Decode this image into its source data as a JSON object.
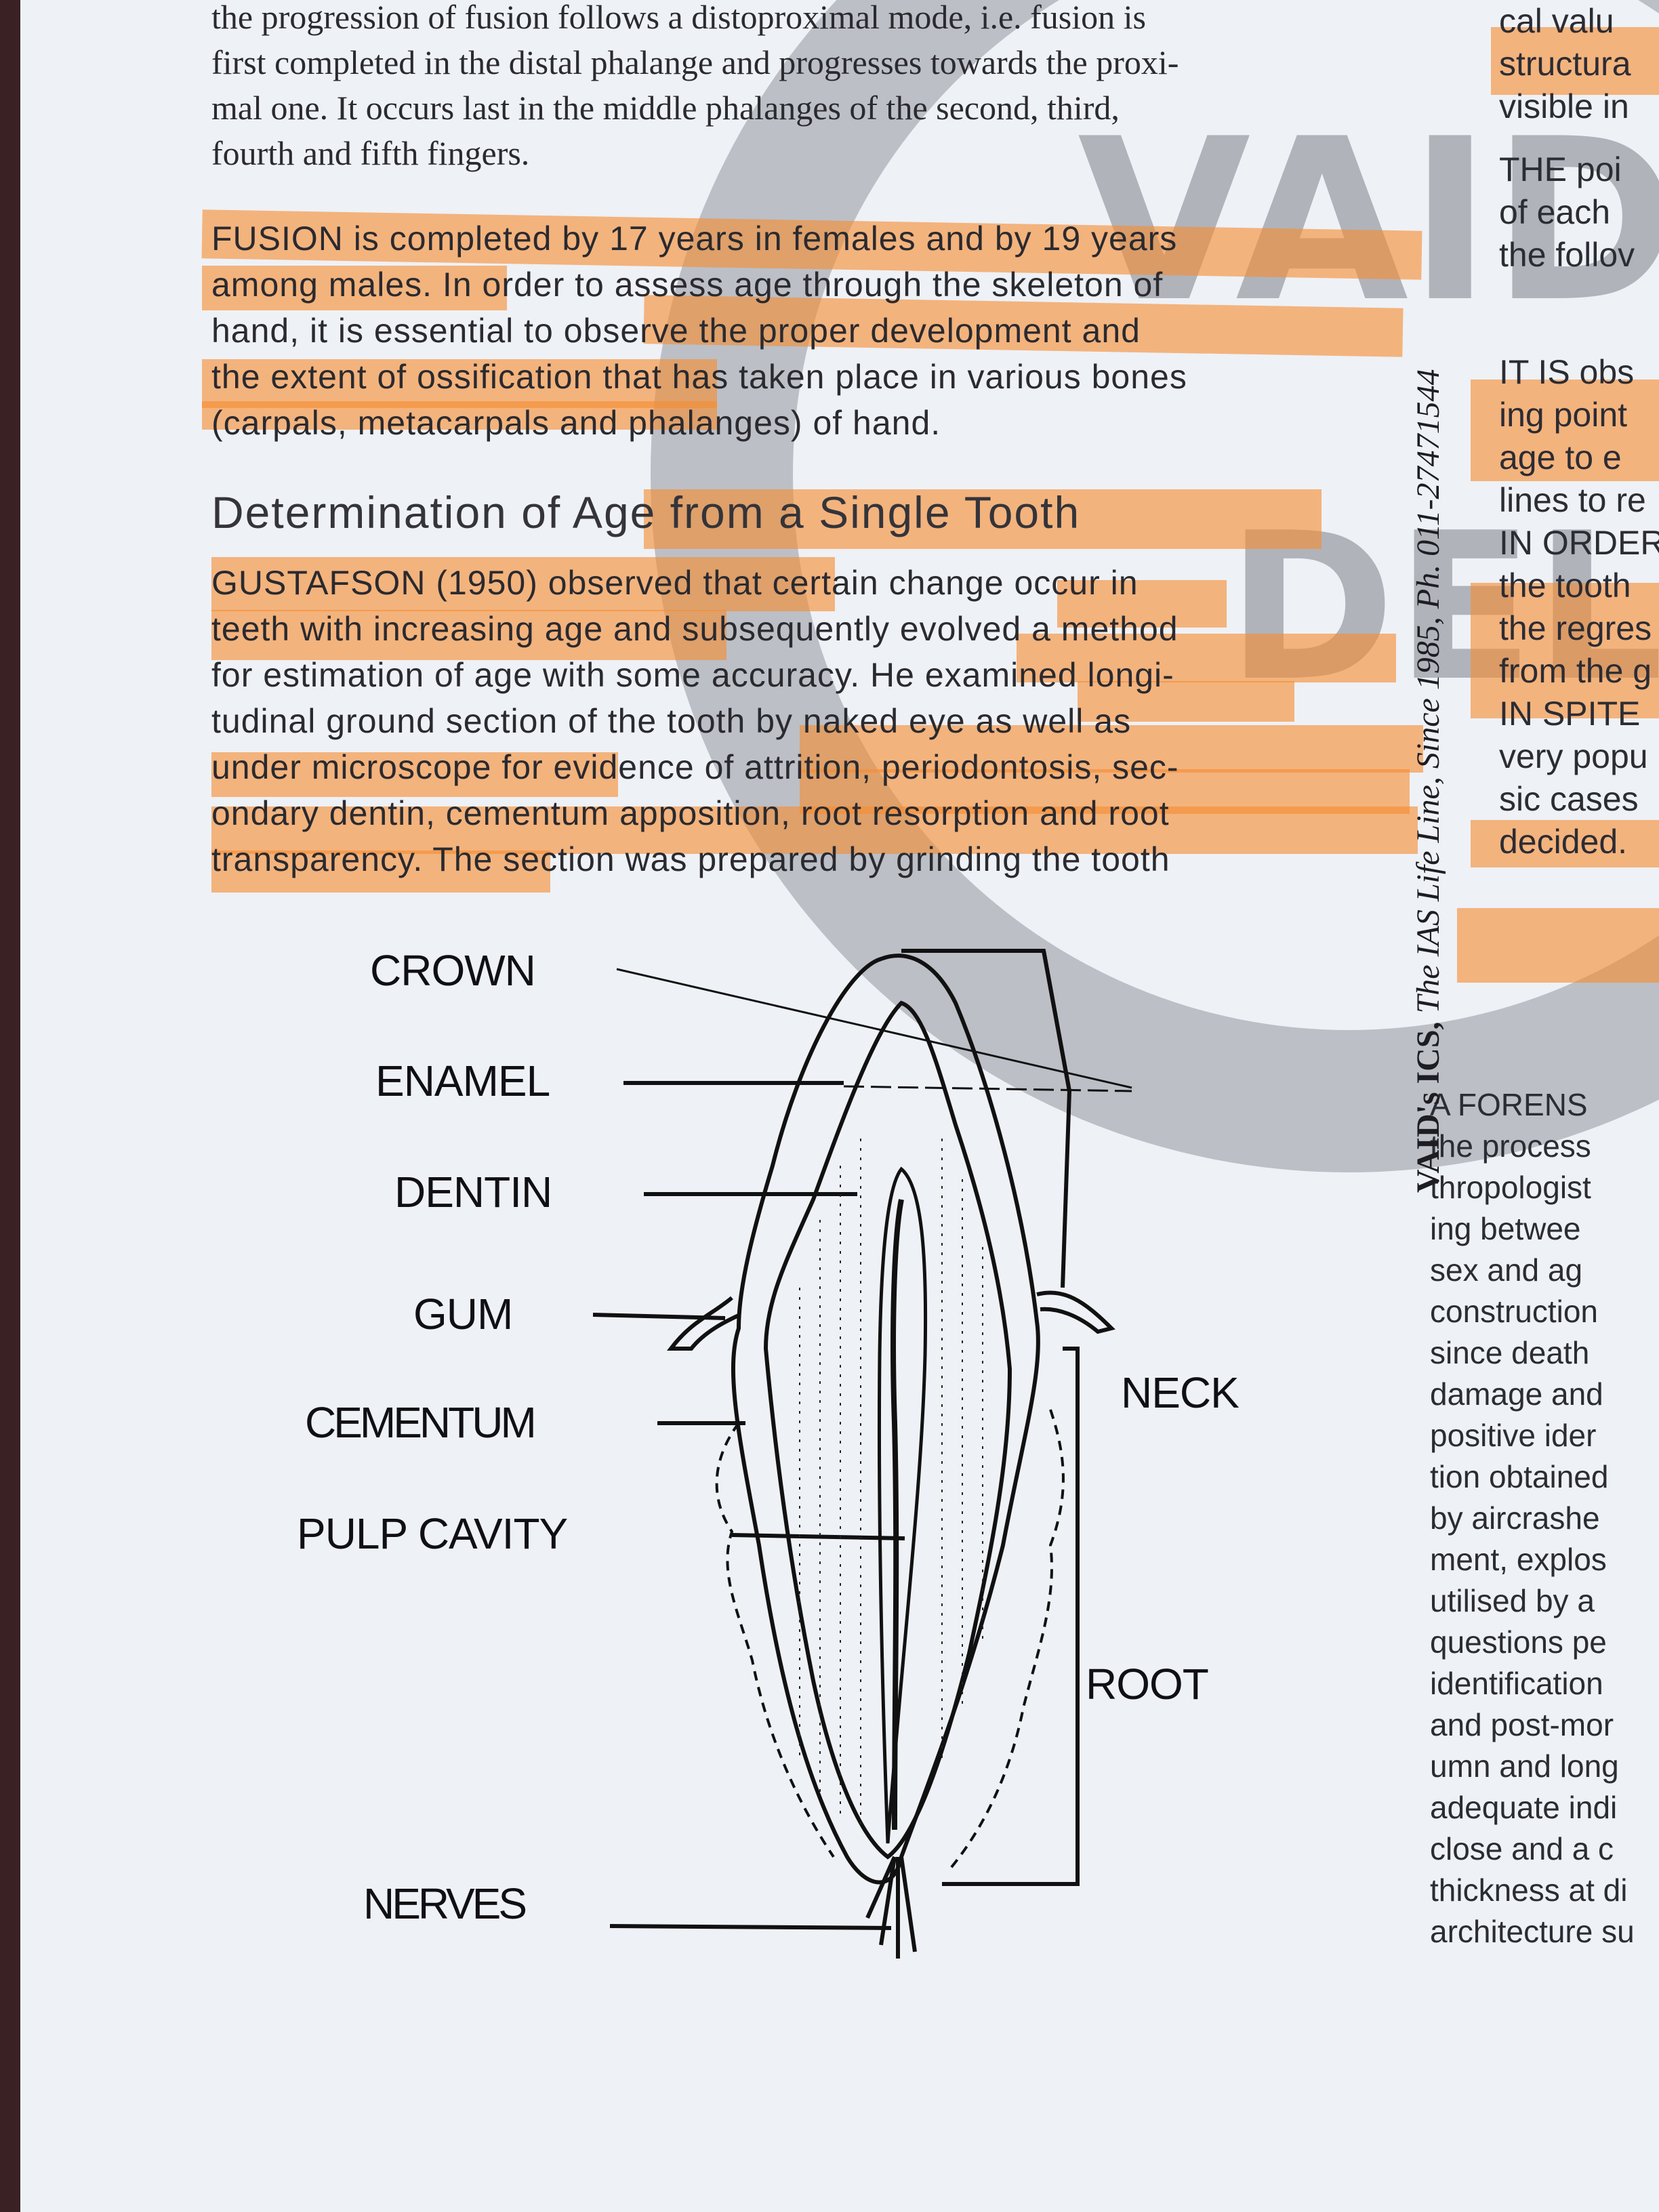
{
  "main_text": {
    "lines_serif": [
      "the progression of fusion follows a distoproximal mode, i.e. fusion is",
      "first completed in the distal phalange and progresses towards the proxi-",
      "mal one. It occurs last in the middle phalanges of the second, third,",
      "fourth and fifth fingers."
    ],
    "lines_fusion": [
      "FUSION is completed by 17 years in females and by 19 years",
      "among males. In order to assess age through the skeleton of",
      "hand, it is essential to observe the proper development and",
      "the extent of ossification that has taken place in various bones",
      "(carpals, metacarpals and phalanges) of hand."
    ],
    "heading": "Determination of Age from a Single Tooth",
    "lines_gustafson": [
      "GUSTAFSON (1950) observed that certain change occur in",
      "teeth with increasing age and subsequently evolved a method",
      "for estimation of age with some accuracy. He examined longi-",
      "tudinal ground section of the tooth by naked eye as well as",
      "under microscope for evidence of attrition, periodontosis, sec-",
      "ondary dentin, cementum apposition, root resorption and root",
      "transparency. The section was prepared by grinding the tooth"
    ]
  },
  "right_column_top": [
    "cal valu",
    "structura",
    "visible in",
    "THE poi",
    "of each",
    "the follov",
    "",
    "",
    "IT IS obs",
    "ing point",
    "age to e",
    "lines to re",
    "IN ORDER",
    "the tooth",
    "the regres",
    "from the g",
    "IN SPITE",
    "very popu",
    "sic cases",
    "decided."
  ],
  "right_column_bottom": [
    "A FORENS",
    "the process",
    "thropologist",
    "ing betwee",
    "sex and ag",
    "construction",
    "since death",
    "damage and",
    "positive ider",
    "tion obtained",
    "by aircrashe",
    "ment, explos",
    "utilised by a",
    "questions pe",
    "identification",
    "and post-mor",
    "umn and long",
    "adequate indi",
    "close and a c",
    "thickness at di",
    "architecture su"
  ],
  "vertical_imprint": {
    "brand": "VAID's ICS,",
    "tagline": "The IAS Life Line, Since 1985, Ph. 011-27471544"
  },
  "watermark_text": {
    "word1": "VAID'S IC",
    "word2": "DELHI"
  },
  "diagram_labels": {
    "crown": "CROWN",
    "enamel": "ENAMEL",
    "dentin": "DENTIN",
    "gum": "GUM",
    "cementum": "CEMENTUM",
    "pulp_cavity": "PULP CAVITY",
    "nerves": "NERVES",
    "neck": "NECK",
    "root": "ROOT"
  },
  "highlight_color": "#f58c32"
}
